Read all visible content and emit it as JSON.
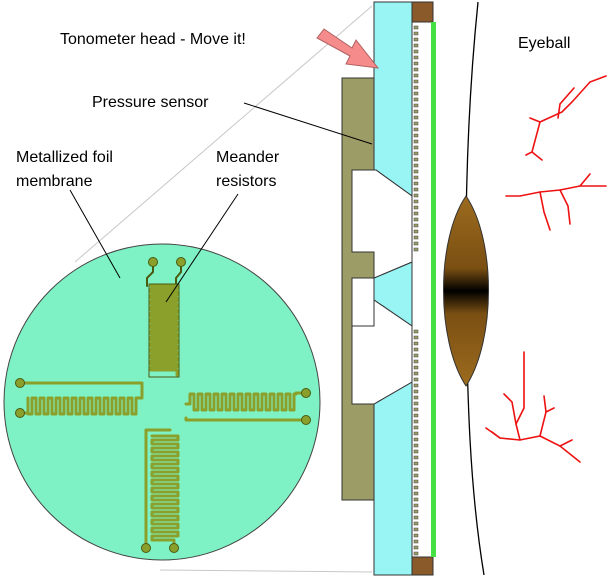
{
  "labels": {
    "head": "Tonometer head - Move it!",
    "eyeball": "Eyeball",
    "pressure_sensor": "Pressure sensor",
    "foil_line1": "Metallized foil",
    "foil_line2": "membrane",
    "meander_line1": "Meander",
    "meander_line2": "resistors"
  },
  "colors": {
    "membrane": "#7ef2c4",
    "trace": "#8aa02a",
    "trace_stroke": "#4a5a10",
    "housing": "#9c9c66",
    "glass": "#99f4f4",
    "green_strip": "#44e044",
    "cap": "#8a5a2a",
    "arrow": "#f58b8b",
    "vessel": "#ee1111",
    "lens_dark": "#000000",
    "lens_light": "#9c6b1e"
  }
}
